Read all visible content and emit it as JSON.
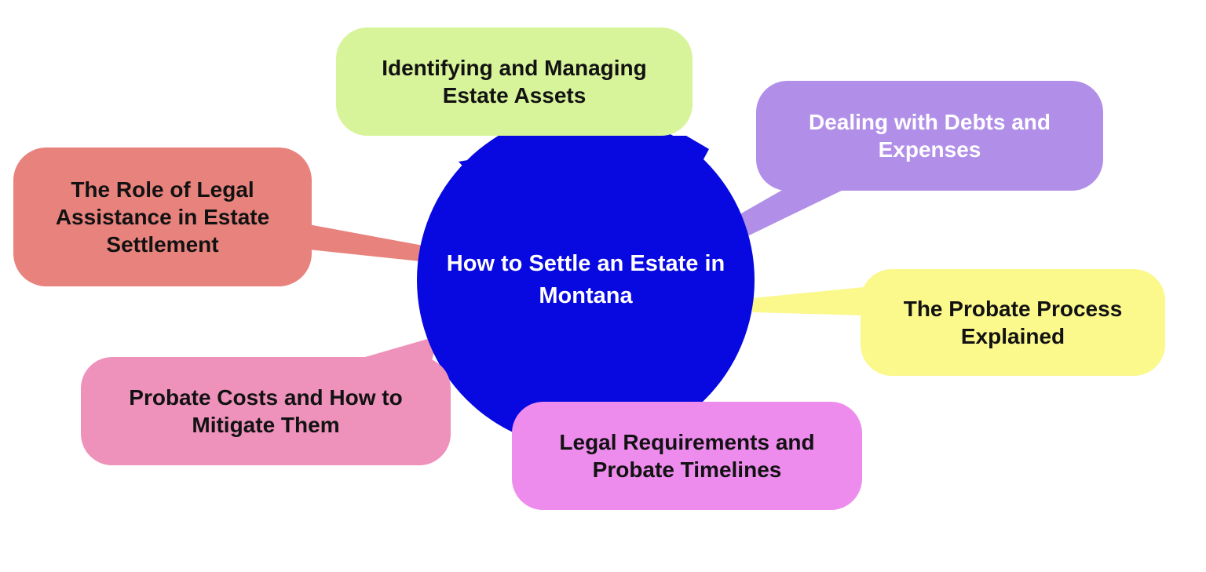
{
  "background": "#ffffff",
  "center": {
    "label": "How to Settle an Estate in Montana",
    "lines": [
      "How to Settle an Estate in",
      "Montana"
    ],
    "bg": "#0808e0",
    "fg": "#ffffff"
  },
  "nodes": [
    {
      "id": "identifying-and-managing-estate-assets",
      "label": "Identifying and Managing Estate Assets",
      "lines": [
        "Identifying and Managing",
        "Estate Assets"
      ],
      "bg": "#d8f49a",
      "fg": "#121212",
      "position": "top"
    },
    {
      "id": "dealing-with-debts-and-expenses",
      "label": "Dealing with Debts and Expenses",
      "lines": [
        "Dealing with Debts and",
        "Expenses"
      ],
      "bg": "#b18fe8",
      "fg": "#ffffff",
      "position": "top-right"
    },
    {
      "id": "the-probate-process-explained",
      "label": "The Probate Process Explained",
      "lines": [
        "The Probate Process",
        "Explained"
      ],
      "bg": "#fbf88c",
      "fg": "#121212",
      "position": "right"
    },
    {
      "id": "legal-requirements-and-probate-timelines",
      "label": "Legal Requirements and Probate Timelines",
      "lines": [
        "Legal Requirements and",
        "Probate Timelines"
      ],
      "bg": "#ee8cee",
      "fg": "#121212",
      "position": "bottom"
    },
    {
      "id": "probate-costs-and-how-to-mitigate-them",
      "label": "Probate Costs and How to Mitigate Them",
      "lines": [
        "Probate Costs and How to",
        "Mitigate Them"
      ],
      "bg": "#ee92bb",
      "fg": "#121212",
      "position": "bottom-left"
    },
    {
      "id": "the-role-of-legal-assistance-in-estate-settlement",
      "label": "The Role of Legal Assistance in Estate Settlement",
      "lines": [
        "The Role of Legal",
        "Assistance in Estate",
        "Settlement"
      ],
      "bg": "#e8827d",
      "fg": "#121212",
      "position": "left"
    }
  ]
}
